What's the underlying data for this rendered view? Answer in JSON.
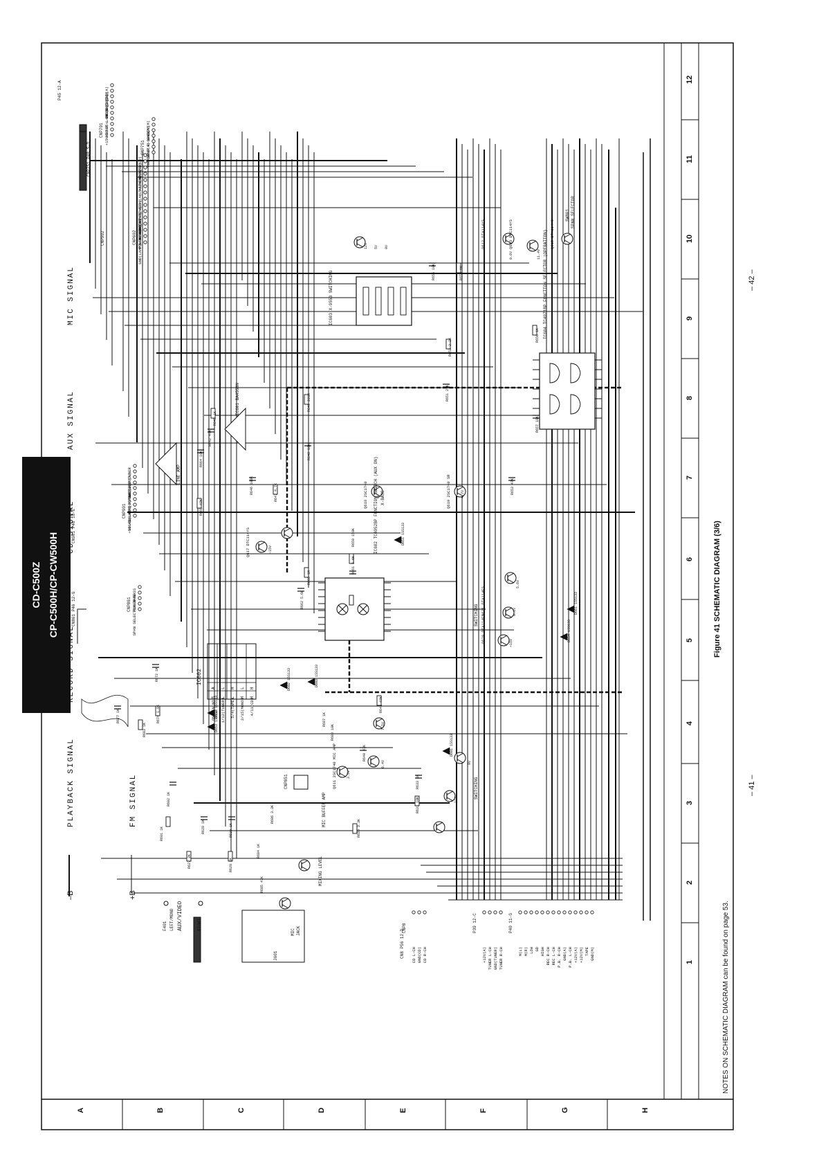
{
  "models": {
    "line1": "CD-C500Z",
    "line2": "CP-C500H/CP-CW500H"
  },
  "figure_title": "Figure 41  SCHEMATIC DIAGRAM (3/6)",
  "notes": "NOTES ON SCHEMATIC DIAGRAM can be found on page 53.",
  "page_numbers": {
    "left": "– 41 –",
    "right": "– 42 –"
  },
  "legend": {
    "playback": "PLAYBACK SIGNAL",
    "record": "RECORD SIGNAL",
    "cd": "CD SIGNAL",
    "aux": "AUX SIGNAL",
    "mic": "MIC SIGNAL",
    "fm": "FM SIGNAL",
    "minus_b": "–B",
    "plus_b": "+B"
  },
  "grid": {
    "rows": [
      "A",
      "B",
      "C",
      "D",
      "E",
      "F",
      "G",
      "H"
    ],
    "cols": [
      "1",
      "2",
      "3",
      "4",
      "5",
      "6",
      "7",
      "8",
      "9",
      "10",
      "11",
      "12"
    ]
  },
  "connectors": {
    "cnp701": {
      "name": "CNP701",
      "pins": [
        "+15V",
        "-15V",
        "XE5-R",
        "XE5-L",
        "L-CH",
        "R-CH",
        "GND(EQ)",
        "R-CH(EQ)",
        "L-CH(EQ)",
        "GND(A)"
      ]
    },
    "cnp751": {
      "name": "CNP751",
      "pins": [
        "VOL DN",
        "VOL UP",
        "GND(A)",
        "R-CH",
        "L-CH",
        "GND(M)",
        "+12V(M)"
      ]
    },
    "cnp602": {
      "name": "CNP602",
      "pins": [
        "GND(LAMP)",
        "POWER",
        "S-MUTE",
        "+5V(D)",
        "GND(D)",
        "+10.4V(LAMP)",
        "CD CONT.1(+12V)",
        "CD CONT.2(+12V)",
        "+12V(A)",
        "+15V",
        "-15V",
        "+12V(M)",
        "GND(M)",
        "GND(TU)",
        "GND(CD)"
      ]
    },
    "cnp901": {
      "name": "CNP901",
      "pins": [
        "VOL DN",
        "VOL UP",
        "+10.4V(LAMP)",
        "+5V(D)",
        "S-MUTE",
        "POWER",
        "GND(D)",
        "GND(LAMP)",
        "+12V(A)",
        "TUNER"
      ]
    },
    "cnp861": {
      "name": "CNP861",
      "pins": [
        "SPAN SELECT",
        "AUX",
        "TUNER",
        "TAPE",
        "X-BASS"
      ]
    },
    "cnp8": {
      "name": "CNP8",
      "pins": [
        "CD L-CH",
        "GND(CD)",
        "CD R-CH"
      ]
    },
    "p39": {
      "name": "P39 12-C",
      "pins": [
        "+12V(A)",
        "TUNER L-CH",
        "GND(TUNER)",
        "TUNER R-CH"
      ]
    },
    "p40": {
      "name": "P40 11-G",
      "pins": [
        "M(L)",
        "M(R)",
        "LOW",
        "GD",
        "HIGH",
        "REC R-CH",
        "REC L-CH",
        "P.B. R-CH",
        "GND(A)",
        "P.B. L-CH",
        "+12V(A)",
        "+12V(M)",
        "TAPE",
        "GND(M)"
      ]
    },
    "f401": {
      "name": "F401",
      "labels": [
        "LEFT/MONO",
        "AUX/VIDEO",
        "RIGHT"
      ]
    },
    "j601": {
      "name": "J601",
      "labels": [
        "MIC",
        "JACK"
      ]
    },
    "cnp851": {
      "name": "CNP851"
    }
  },
  "refs": {
    "p49": "P49 1-B",
    "p45_12a": "P45 12-A",
    "cnp751_ref": "CNP751 P48 5-D",
    "cnp902": "CNP902",
    "cnp901_ref": "CN901 P46 10-E",
    "cnp861_ref": "CN861 P46 12-G",
    "cn8_ref": "CN8 P56 12-D"
  },
  "ic_table": {
    "ic": "IC602",
    "headers": [
      "ON PIN NO.",
      "A",
      "B"
    ],
    "rows": [
      [
        "1/12(TUNER)",
        "L",
        "L"
      ],
      [
        "5/4(TAPE)",
        "H",
        "L"
      ],
      [
        "2/15(MONO)",
        "L",
        "H"
      ],
      [
        "4/11(CD)",
        "H",
        "H"
      ]
    ]
  },
  "components": {
    "ic602": "IC602 TC4052BP FUNCTION SWITCH (AUX ON)",
    "ic604": "IC604 TC4071BP FUNCTION SELECTOR (OPERATION)",
    "ic603": "IC603 X-9553 SWITCHING",
    "ic601": "IC601 BA4558N",
    "line_amp": "LINE AMP",
    "mic_buffer": "MIC BUFFER AMP",
    "mixing": "MIXING LEVEL",
    "switching": "SWITCHING",
    "span_selector": "SPAN SELECTOR",
    "q611": "Q611 2SC1740 MIC AMP",
    "q612": "Q612 DTA114YS",
    "q613": "Q613 DTC114YS",
    "q614": "Q614 DTA114ES",
    "q615": "Q615 DTA114YS",
    "q617": "Q617 DTC114YS",
    "q618": "Q618 2SC1740",
    "q619": "Q619 2SC1740 SR",
    "q620": "Q620 DTA114ES",
    "q621": "Q621 DTA114ES",
    "q629": "Q629",
    "q630": "Q630",
    "q631": "Q631",
    "xbass": "X-BASS",
    "sw861": "SW861"
  },
  "resistors": [
    "R601 1K",
    "R602 1K",
    "R627 2K",
    "R628 1K",
    "R629 1K",
    "R630 1K",
    "R631 10K",
    "R633 1K",
    "R639 3.3K",
    "R640 47K",
    "R641 47K",
    "R642 47K",
    "R645 1K",
    "R646 100K",
    "R647 4.7K",
    "R648 10K",
    "R649 220K",
    "R651 22K",
    "R652 2.2K",
    "R653 47K",
    "R654 1K",
    "R655 10K",
    "R656 1K",
    "R657 10K",
    "R659 150K",
    "R661 5.6K",
    "R662 5.6K",
    "R663 1M",
    "R664 10K",
    "R665 47K",
    "R672 1K",
    "R674 1.8K",
    "R677 1K",
    "R683 1K",
    "R684 1K",
    "R685 47K",
    "R686 3.3K",
    "R687 1K",
    "R688 10K"
  ],
  "capacitors": [
    "C601 22/25",
    "C602 10/16",
    "C609 22/25",
    "C621 22/25",
    "C622 47/25",
    "C623 0.022",
    "C624 0.022",
    "C626 100P",
    "C628 1000P",
    "C629 0.022",
    "C630 0.022",
    "C631 1/50",
    "C632 2.2/50",
    "C633 1/50",
    "C637 47/16",
    "C638 47/16",
    "C639 4.7/50",
    "C641 100/16",
    "C643 0.22",
    "C645 4.7/25",
    "C646 47/25",
    "C653 10/16",
    "C661 0.022",
    "C664 0.022"
  ],
  "diodes": [
    "D601 1SS133",
    "D602 1SS133",
    "D603 1SS133",
    "D651 1SS133",
    "D652 1SS133",
    "D653 1SS133",
    "D654 1SS133",
    "D661 1SS133"
  ],
  "voltages": [
    "12V",
    "5V",
    "0V",
    "0.6V",
    "11.4V",
    "6V",
    "4.7V",
    "-15V",
    "+15V",
    "0.1V",
    "5.6V",
    "3.5V",
    "6.4V",
    "7.5V",
    "11V",
    "9V"
  ]
}
